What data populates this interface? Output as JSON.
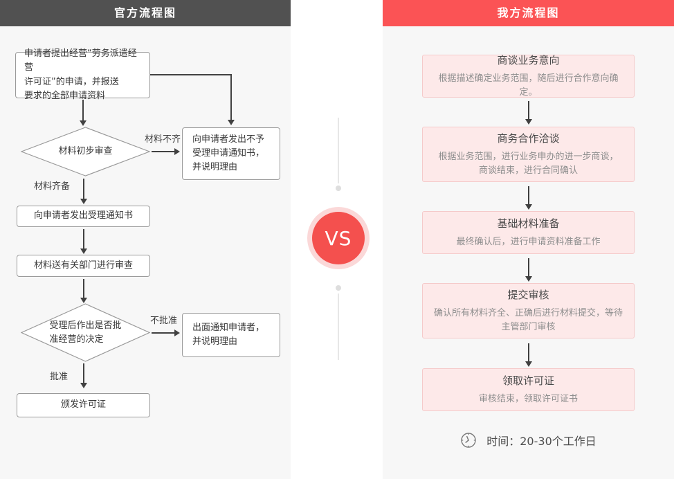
{
  "left_panel": {
    "header": "官方流程图",
    "nodes": {
      "apply": "申请者提出经营“劳务派遣经营\n许可证”的申请，并报送\n要求的全部申请资料",
      "initial_review": "材料初步审查",
      "reject_notice": "向申请者发出不予受理申请通知书，并说明理由",
      "accept_notice": "向申请者发出受理通知书",
      "dept_review": "材料送有关部门进行审查",
      "decision": "受理后作出是否批\n准经营的决定",
      "inform_applicant": "出面通知申请者，\n并说明理由",
      "issue_license": "颁发许可证"
    },
    "labels": {
      "incomplete": "材料不齐",
      "complete": "材料齐备",
      "not_approved": "不批准",
      "approved": "批准"
    }
  },
  "divider": {
    "vs": "VS"
  },
  "right_panel": {
    "header": "我方流程图",
    "steps": [
      {
        "title": "商谈业务意向",
        "desc": "根据描述确定业务范围，随后进行合作意向确定。"
      },
      {
        "title": "商务合作洽谈",
        "desc": "根据业务范围，进行业务申办的进一步商谈，\n商谈结束，进行合同确认"
      },
      {
        "title": "基础材料准备",
        "desc": "最终确认后，进行申请资料准备工作"
      },
      {
        "title": "提交审核",
        "desc": "确认所有材料齐全、正确后进行材料提交，等待\n主管部门审核"
      },
      {
        "title": "领取许可证",
        "desc": "审核结束，领取许可证书"
      }
    ],
    "time_note": "时间：20-30个工作日",
    "icons": {
      "clock": "clock-icon"
    }
  },
  "colors": {
    "left_header_bg": "#515151",
    "right_header_bg": "#fb5355",
    "vs_red": "#f4504e",
    "vs_halo": "#fbd8d8",
    "panel_bg": "#f7f7f7",
    "pink_box_bg": "#fde9e9",
    "pink_box_border": "#f5caca",
    "flow_line": "#414141",
    "box_border": "#9a9a9a"
  }
}
